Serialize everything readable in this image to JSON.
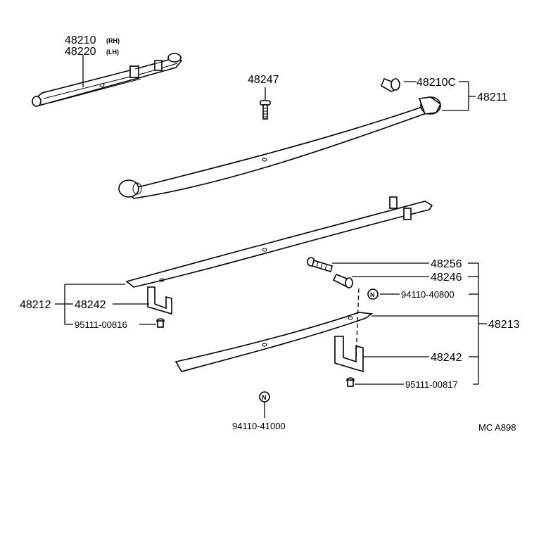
{
  "labels": {
    "p48210": "48210",
    "p48210_side": "(RH)",
    "p48220": "48220",
    "p48220_side": "(LH)",
    "p48247": "48247",
    "p48210C": "48210C",
    "p48211": "48211",
    "p48256": "48256",
    "p48246": "48246",
    "p94110_40800": "94110-40800",
    "p48213": "48213",
    "p48212": "48212",
    "p48242_left": "48242",
    "p95111_00816": "95111-00816",
    "p48242_right": "48242",
    "p95111_00817": "95111-00817",
    "p94110_41000": "94110-41000",
    "nut_symbol": "N",
    "ref_code": "MC  A898"
  }
}
